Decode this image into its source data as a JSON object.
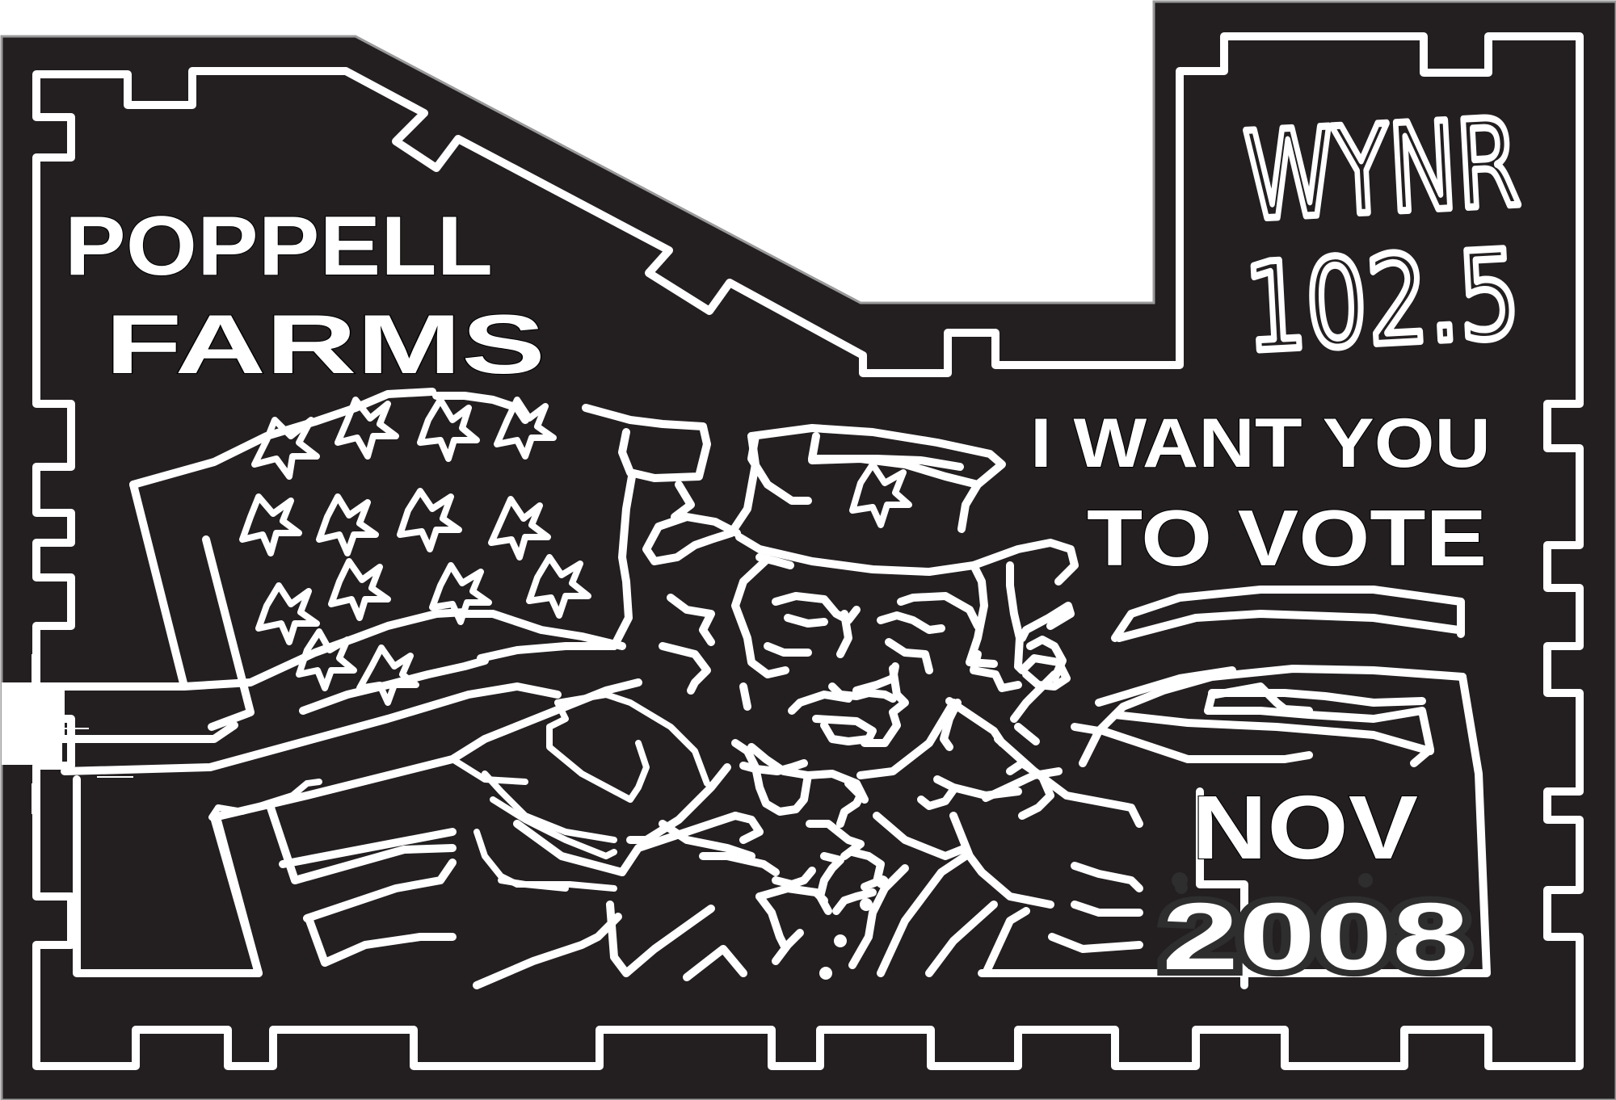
{
  "colors": {
    "field": "#231f20",
    "path": "#ffffff",
    "outline": "#9a9a9a",
    "year_text": "#2e2e2e"
  },
  "farm": {
    "line1": "POPPELL",
    "line2": "FARMS"
  },
  "station": {
    "call_sign": "WYNR",
    "frequency": "102.5"
  },
  "slogan": {
    "line1": "I WANT YOU",
    "line2": "TO VOTE"
  },
  "date": {
    "month": "NOV",
    "year": "2008"
  },
  "icons": [
    "star-icon",
    "uncle-sam-hat-icon",
    "hand-icon"
  ]
}
